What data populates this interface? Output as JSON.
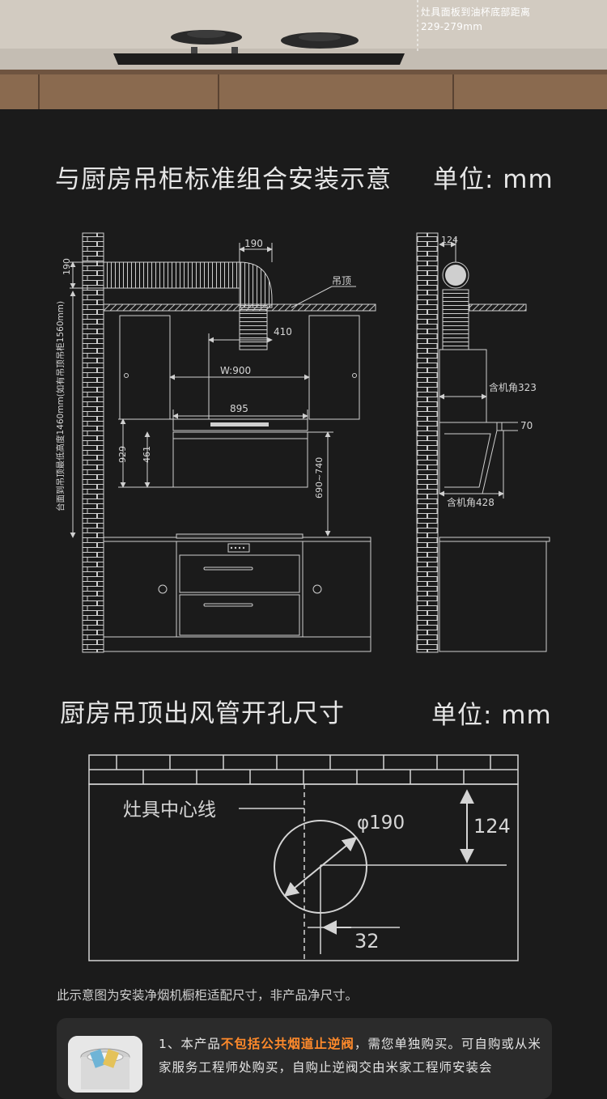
{
  "hero": {
    "note_line1": "灶具面板到油杯底部距离",
    "note_line2": "229-279mm"
  },
  "section1": {
    "title": "与厨房吊柜标准组合安装示意",
    "unit": "单位: mm",
    "labels": {
      "duct_width": "190",
      "top_gap": "190",
      "ceiling": "吊顶",
      "duct_offset": "410",
      "cabinet_gap": "W:900",
      "hood_width": "895",
      "height_929": "929",
      "height_461": "461",
      "hob_clearance": "690~740",
      "vertical_note": "台面到吊顶最低高度1460mm(如有吊顶吊柜1560mm)",
      "side_124": "124",
      "depth_323": "含机角323",
      "depth_70": "70",
      "depth_428": "含机角428"
    }
  },
  "section2": {
    "title": "厨房吊顶出风管开孔尺寸",
    "unit": "单位: mm",
    "labels": {
      "centerline": "灶具中心线",
      "diameter": "φ190",
      "offset_124": "124",
      "offset_32": "32"
    }
  },
  "note": "此示意图为安装净烟机橱柜适配尺寸，非产品净尺寸。",
  "notice": {
    "prefix": "1、本产品",
    "highlight": "不包括公共烟道止逆阀",
    "suffix": "，需您单独购买。可自购或从米家服务工程师处购买，自购止逆阀交由米家工程师安装会"
  }
}
